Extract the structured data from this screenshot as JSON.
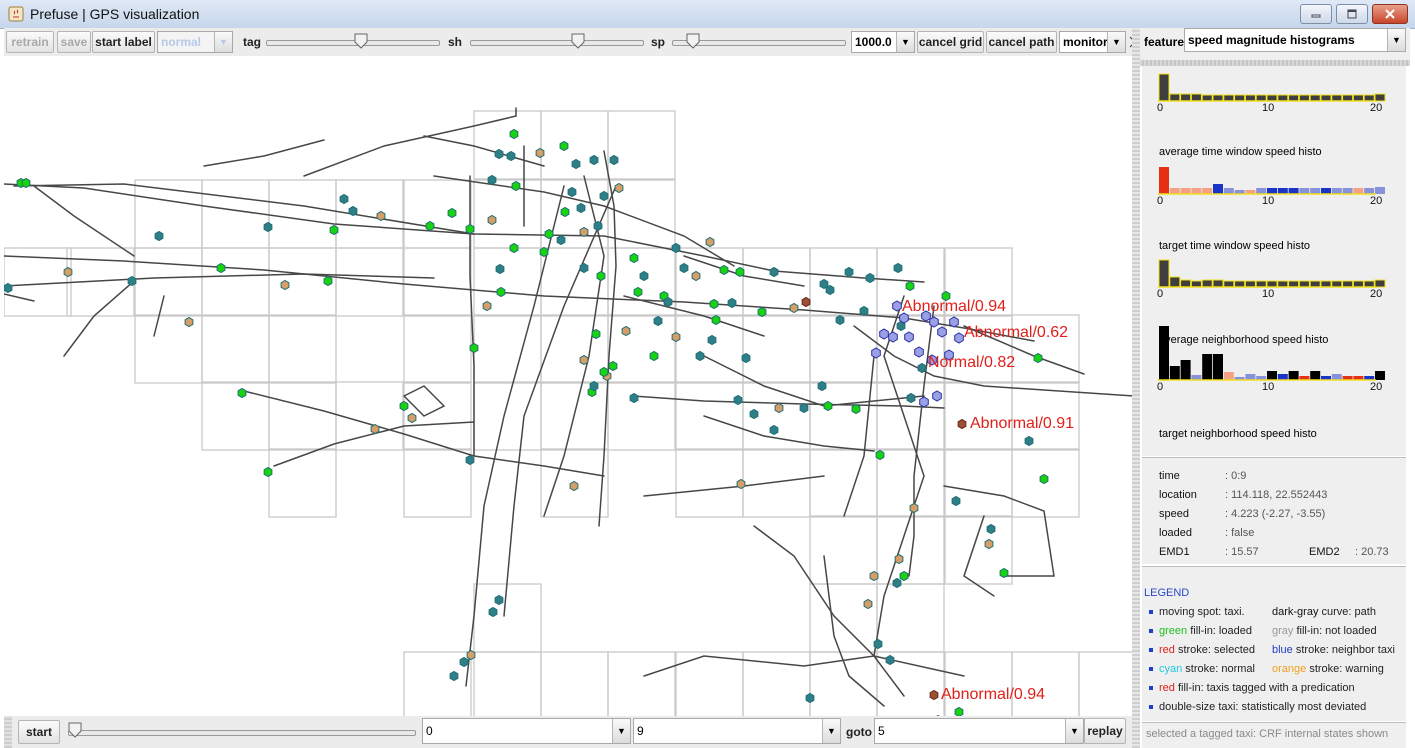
{
  "window": {
    "title": "Prefuse | GPS visualization"
  },
  "toolbar": {
    "retrain": "retrain",
    "save": "save",
    "start_label": "start label",
    "label_combo": "normal",
    "tag_label": "tag",
    "sh_label": "sh",
    "sp_label": "sp",
    "tag_slider": 0.55,
    "sh_slider": 0.63,
    "sp_slider": 0.12,
    "value_combo": "1000.0",
    "cancel_grid": "cancel grid",
    "cancel_path": "cancel path",
    "mode_combo": "monitor"
  },
  "feature": {
    "label": "feature",
    "selected": "speed magnitude histograms"
  },
  "histograms": [
    {
      "caption": "average time window speed histo",
      "ticks": [
        "0",
        "10",
        "20"
      ]
    },
    {
      "caption": "target time window speed histo",
      "ticks": [
        "0",
        "10",
        "20"
      ]
    },
    {
      "caption": "average neighborhood speed histo",
      "ticks": [
        "0",
        "10",
        "20"
      ]
    },
    {
      "caption": "target neighborhood speed histo",
      "ticks": [
        "0",
        "10",
        "20"
      ]
    }
  ],
  "info": {
    "time_label": "time",
    "time_value": ": 0:9",
    "location_label": "location",
    "location_value": ": 114.118, 22.552443",
    "speed_label": "speed",
    "speed_value": ": 4.223 (-2.27, -3.55)",
    "loaded_label": "loaded",
    "loaded_value": ": false",
    "emd1_label": "EMD1",
    "emd1_value": ": 15.57",
    "emd2_label": "EMD2",
    "emd2_value": ": 20.73"
  },
  "legend": {
    "title": "LEGEND",
    "r1a": "moving spot: taxi.",
    "r1b_key": "dark-gray",
    "r1b_rest": " curve: path",
    "r2a_key": "green",
    "r2a_rest": " fill-in: loaded",
    "r2b_key": "gray",
    "r2b_rest": " fill-in: not loaded",
    "r3a_key": "red",
    "r3a_rest": " stroke: selected",
    "r3b_key": "blue",
    "r3b_rest": " stroke: neighbor taxi",
    "r4a_key": "cyan",
    "r4a_rest": " stroke: normal",
    "r4b_key": "orange",
    "r4b_rest": " stroke: warning",
    "r5_key": "red",
    "r5_rest": "  fill-in: taxis tagged with a predication",
    "r6": "double-size taxi: statistically most deviated",
    "colors": {
      "green": "#1fbf1f",
      "gray": "#9a9a9a",
      "red": "#e0201a",
      "blue": "#1f3fc4",
      "cyan": "#22c8e0",
      "orange": "#f0a020",
      "darkgray": "#444444"
    }
  },
  "status": "selected a tagged taxi: CRF internal states shown",
  "map_labels": [
    {
      "text": "Abnormal/0.94"
    },
    {
      "text": "Abnormal/0.62"
    },
    {
      "text": "Normal/0.82"
    },
    {
      "text": "Abnormal/0.91"
    },
    {
      "text": "Abnormal/0.94"
    }
  ],
  "bottom": {
    "start": "start",
    "combo1": "0",
    "combo2": "9",
    "goto": "goto",
    "combo3": "5",
    "replay": "replay",
    "time_slider": 0.02
  }
}
